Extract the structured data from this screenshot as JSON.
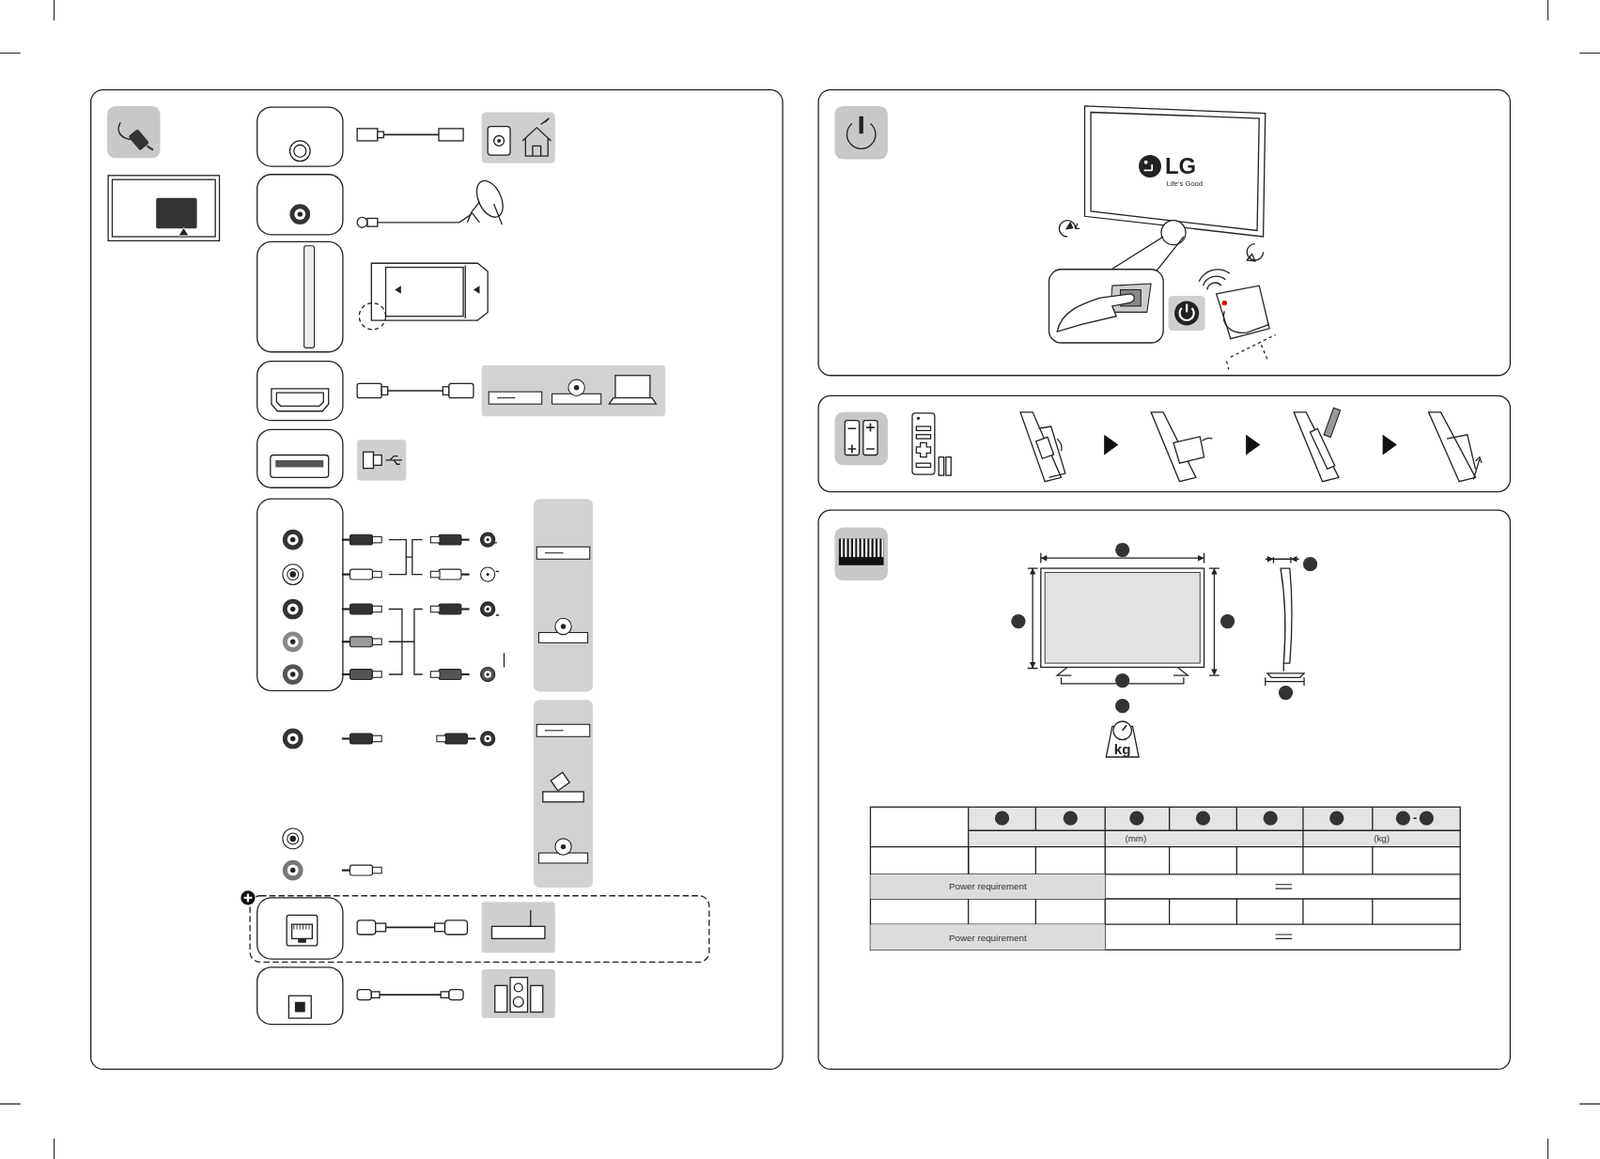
{
  "diagram": {
    "nodes": [
      {
        "text": [
          "(mm)"
        ]
      },
      {
        "text": [
          "(kg)"
        ]
      },
      {
        "text": [
          "Power requirement"
        ]
      },
      {
        "text": [
          "Power requirement"
        ]
      }
    ],
    "labels": [
      "LG",
      "Life's Good",
      "kg",
      "-"
    ]
  }
}
